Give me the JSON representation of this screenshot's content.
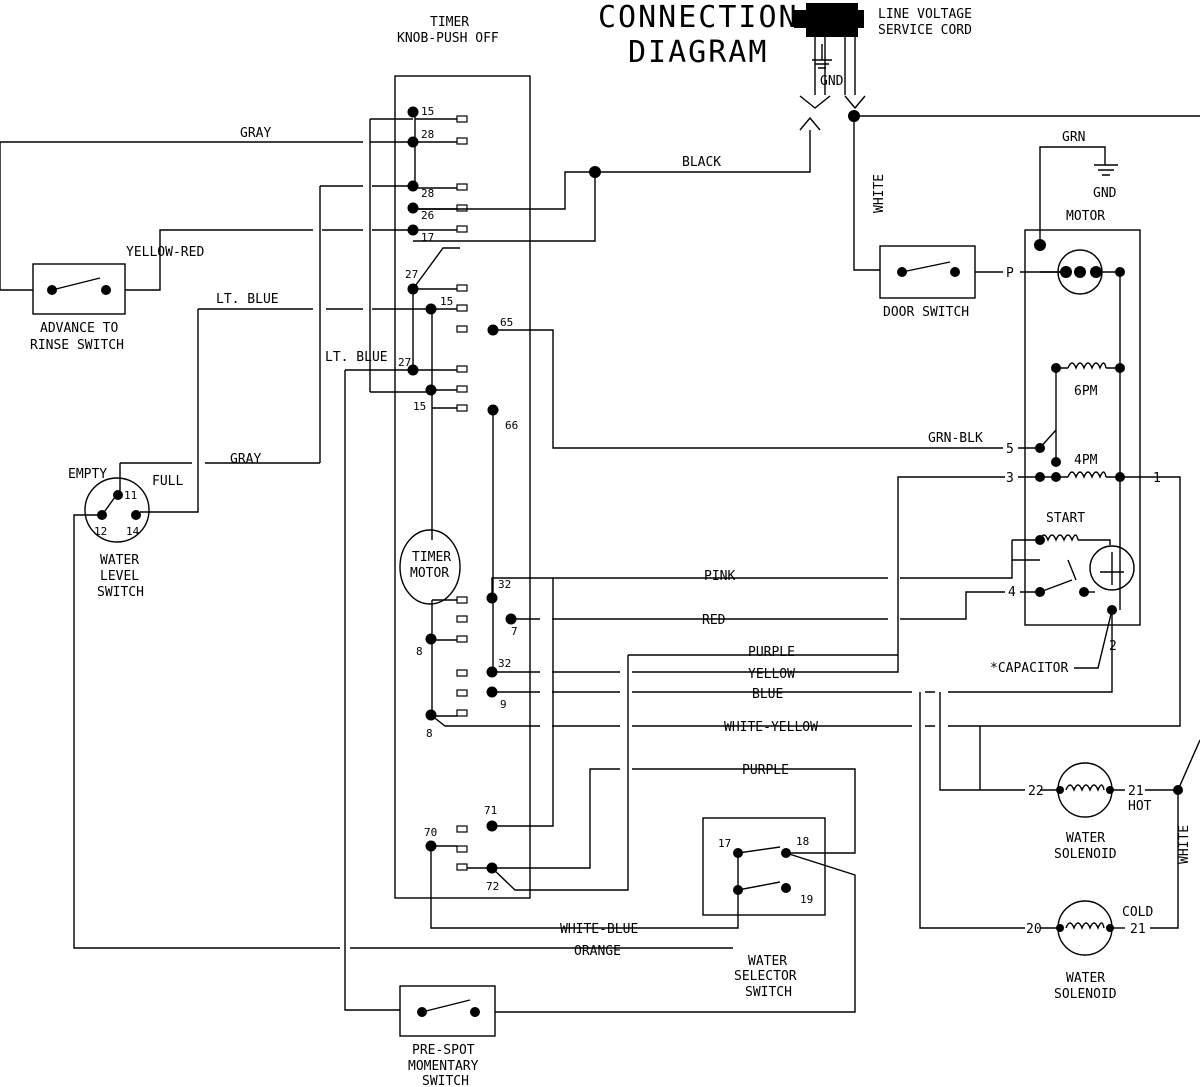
{
  "title": {
    "line1": "CONNECTION",
    "line2": "DIAGRAM"
  },
  "cord": {
    "line1": "LINE VOLTAGE",
    "line2": "SERVICE CORD",
    "gnd": "GND"
  },
  "timer": {
    "line1": "TIMER",
    "line2": "KNOB-PUSH OFF",
    "motor1": "TIMER",
    "motor2": "MOTOR"
  },
  "timer_terms": {
    "t15a": "15",
    "t28a": "28",
    "t28b": "28",
    "t26": "26",
    "t17": "17",
    "t27a": "27",
    "t15b": "15",
    "t65": "65",
    "t27b": "27",
    "t15c": "15",
    "t66": "66",
    "t32a": "32",
    "t7": "7",
    "t8a": "8",
    "t32b": "32",
    "t9": "9",
    "t8b": "8",
    "t71": "71",
    "t70": "70",
    "t72": "72"
  },
  "wires": {
    "gray1": "GRAY",
    "yellow_red": "YELLOW-RED",
    "lt_blue1": "LT. BLUE",
    "lt_blue2": "LT. BLUE",
    "gray2": "GRAY",
    "black": "BLACK",
    "white1": "WHITE",
    "grn": "GRN",
    "gnd": "GND",
    "grn_blk": "GRN-BLK",
    "pink": "PINK",
    "red": "RED",
    "purple1": "PURPLE",
    "yellow": "YELLOW",
    "blue": "BLUE",
    "white_yellow": "WHITE-YELLOW",
    "purple2": "PURPLE",
    "white_blue": "WHITE-BLUE",
    "orange": "ORANGE",
    "white2": "WHITE"
  },
  "components": {
    "advance1": "ADVANCE TO",
    "advance2": "RINSE SWITCH",
    "empty": "EMPTY",
    "full": "FULL",
    "wl1": "WATER",
    "wl2": "LEVEL",
    "wl3": "SWITCH",
    "wl_11": "11",
    "wl_12": "12",
    "wl_14": "14",
    "door": "DOOR SWITCH",
    "motor": "MOTOR",
    "m_p": "P",
    "m_5": "5",
    "m_3": "3",
    "m_4": "4",
    "m_1": "1",
    "m_2": "2",
    "gpm6": "6PM",
    "gpm4": "4PM",
    "start": "START",
    "capacitor": "*CAPACITOR",
    "hot_22": "22",
    "hot_21": "21",
    "hot": "HOT",
    "ws1a": "WATER",
    "ws1b": "SOLENOID",
    "cold_20": "20",
    "cold_21": "21",
    "cold": "COLD",
    "ws2a": "WATER",
    "ws2b": "SOLENOID",
    "sel_17": "17",
    "sel_18": "18",
    "sel_19": "19",
    "sel1": "WATER",
    "sel2": "SELECTOR",
    "sel3": "SWITCH",
    "ps1": "PRE-SPOT",
    "ps2": "MOMENTARY",
    "ps3": "SWITCH"
  }
}
